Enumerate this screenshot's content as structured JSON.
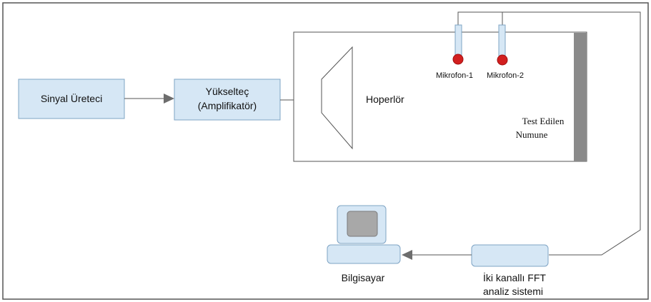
{
  "colors": {
    "box_fill": "#d6e7f5",
    "box_stroke": "#7fa4c4",
    "line": "#555555",
    "arrow": "#6d6d6d",
    "mic_dot": "#d21f1f",
    "specimen": "#8a8a8a",
    "frame": "#555555"
  },
  "signal_generator": {
    "label": "Sinyal Üreteci"
  },
  "amplifier": {
    "line1": "Yükselteç",
    "line2": "(Amplifikatör)"
  },
  "speaker": {
    "label": "Hoperlör"
  },
  "microphones": [
    {
      "label": "Mikrofon-1"
    },
    {
      "label": "Mikrofon-2"
    }
  ],
  "specimen": {
    "line1": "Test Edilen",
    "line2": "Numune"
  },
  "fft_system": {
    "line1": "İki kanallı FFT",
    "line2": "analiz sistemi"
  },
  "computer": {
    "label": "Bilgisayar"
  },
  "icons": {
    "speaker": "speaker-icon",
    "computer": "computer-icon",
    "microphone": "microphone-icon"
  }
}
